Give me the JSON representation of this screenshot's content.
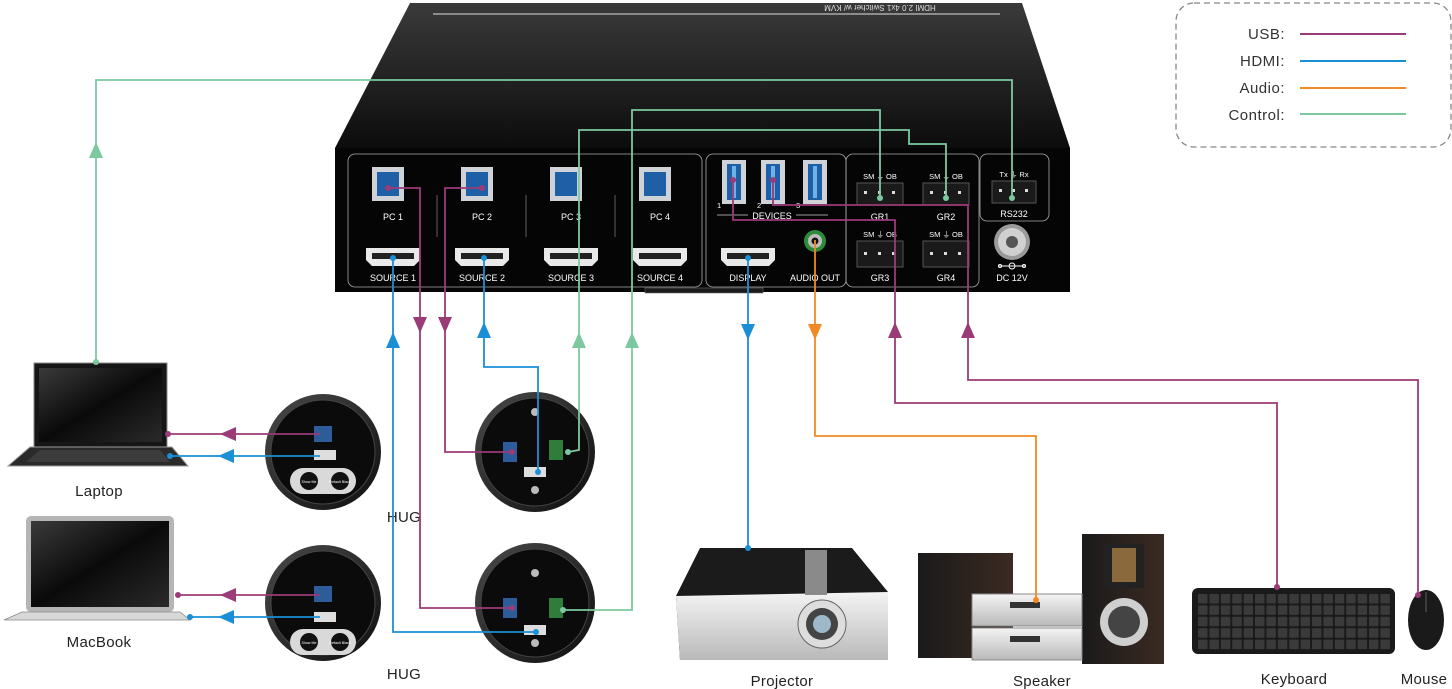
{
  "legend": {
    "items": [
      {
        "label": "USB:",
        "color": "#9b3b78"
      },
      {
        "label": "HDMI:",
        "color": "#1a8fd6"
      },
      {
        "label": "Audio:",
        "color": "#f08a24"
      },
      {
        "label": "Control:",
        "color": "#7cc9a0"
      }
    ]
  },
  "switcher": {
    "model_text": "HDMI 2.0 4x1 Switcher w/ KVM",
    "pc_ports": [
      "PC 1",
      "PC 2",
      "PC 3",
      "PC 4"
    ],
    "source_ports": [
      "SOURCE 1",
      "SOURCE 2",
      "SOURCE 3",
      "SOURCE 4"
    ],
    "device_numbers": [
      "1",
      "2",
      "3"
    ],
    "devices_label": "DEVICES",
    "display_label": "DISPLAY",
    "audio_out_label": "AUDIO OUT",
    "gr_labels": [
      "GR1",
      "GR2",
      "GR3",
      "GR4"
    ],
    "gr_pins": "SM ⏚ OB",
    "rs232_pins": "Tx ⏚ Rx",
    "rs232_label": "RS232",
    "dc_label": "DC 12V"
  },
  "hug_buttons": [
    "Show Me",
    "Default Black"
  ],
  "devices": {
    "laptop": "Laptop",
    "macbook": "MacBook",
    "hug_top": "HUG",
    "hug_bottom": "HUG",
    "projector": "Projector",
    "speaker": "Speaker",
    "keyboard": "Keyboard",
    "mouse": "Mouse"
  }
}
